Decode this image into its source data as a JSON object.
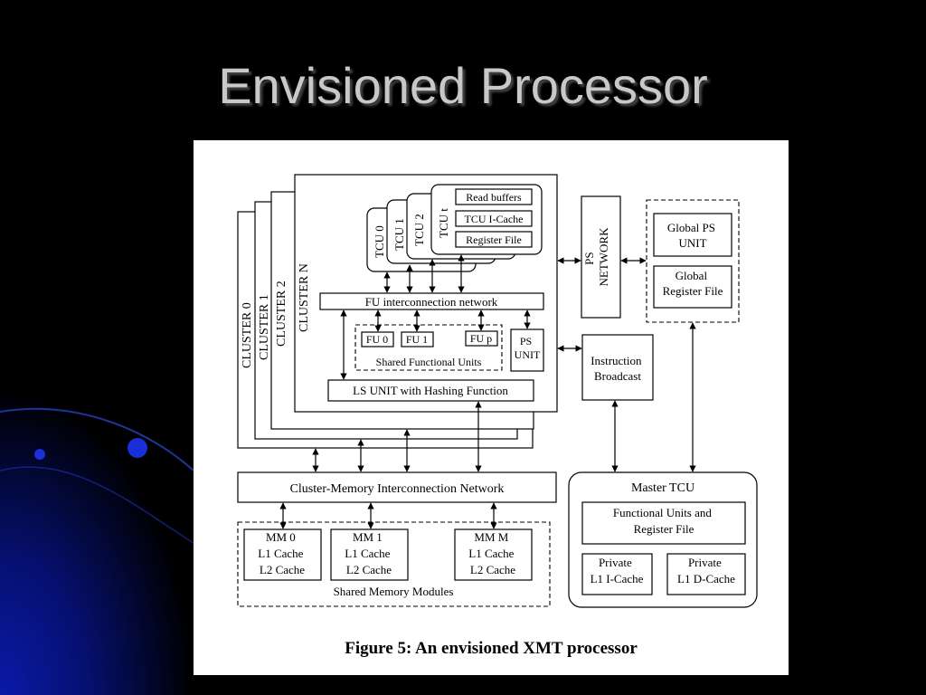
{
  "slide": {
    "title": "Envisioned Processor",
    "colors": {
      "background": "#000000",
      "accent": "#0a1aa8",
      "title": "#c8c8c8",
      "panel": "#ffffff"
    }
  },
  "figure": {
    "caption": "Figure 5:  An envisioned XMT processor",
    "clusters": [
      "CLUSTER 0",
      "CLUSTER 1",
      "CLUSTER 2",
      "CLUSTER N"
    ],
    "tcus": [
      "TCU 0",
      "TCU 1",
      "TCU 2",
      "TCU t"
    ],
    "tcu_parts": [
      "Read buffers",
      "TCU I-Cache",
      "Register File"
    ],
    "fu_network": "FU interconnection network",
    "fus": [
      "FU 0",
      "FU 1",
      "FU p"
    ],
    "shared_fu_label": "Shared Functional Units",
    "ps_unit": [
      "PS",
      "UNIT"
    ],
    "ls_unit": "LS UNIT with Hashing Function",
    "ps_network": [
      "PS",
      "NETWORK"
    ],
    "global_ps_unit": [
      "Global PS",
      "UNIT"
    ],
    "global_register_file": [
      "Global",
      "Register File"
    ],
    "instruction_broadcast": [
      "Instruction",
      "Broadcast"
    ],
    "cluster_memory_network": "Cluster-Memory Interconnection Network",
    "memory_modules": [
      {
        "name": "MM 0",
        "l1": "L1 Cache",
        "l2": "L2 Cache"
      },
      {
        "name": "MM 1",
        "l1": "L1 Cache",
        "l2": "L2 Cache"
      },
      {
        "name": "MM M",
        "l1": "L1 Cache",
        "l2": "L2 Cache"
      }
    ],
    "shared_memory_label": "Shared Memory Modules",
    "master_tcu": {
      "title": "Master TCU",
      "fu_regfile": [
        "Functional Units and",
        "Register File"
      ],
      "private_icache": [
        "Private",
        "L1 I-Cache"
      ],
      "private_dcache": [
        "Private",
        "L1 D-Cache"
      ]
    }
  }
}
